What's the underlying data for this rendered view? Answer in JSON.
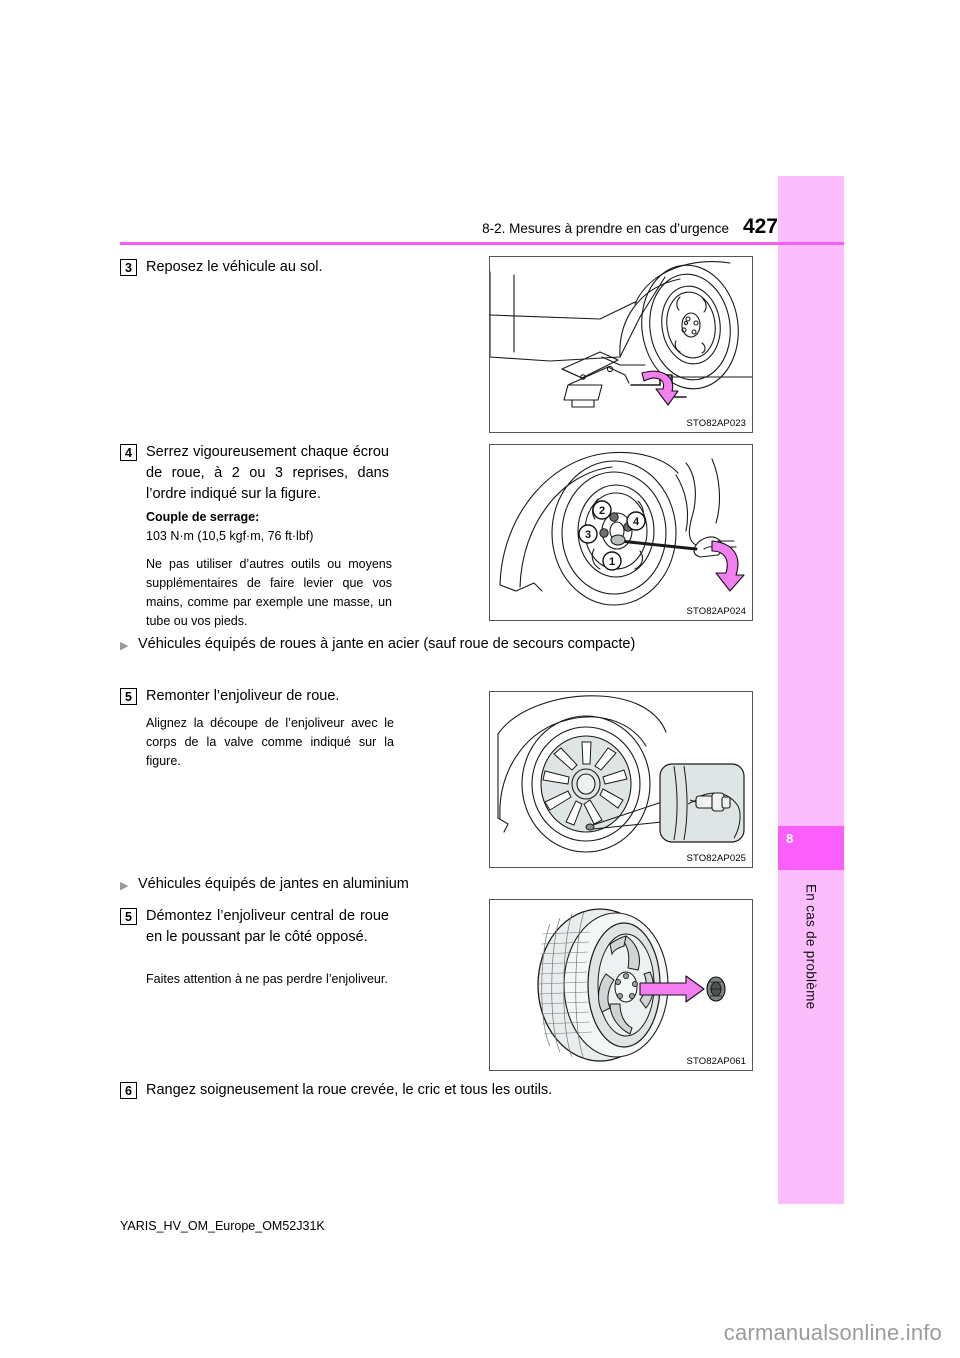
{
  "header": {
    "title": "8-2. Mesures à prendre en cas d’urgence",
    "page_number": "427",
    "rule_color": "#f35ff3"
  },
  "side_tab": {
    "number": "8",
    "label": "En cas de problème",
    "bg_color": "#fbbdfb",
    "number_block_color": "#fb5ffb"
  },
  "steps": [
    {
      "number": "3",
      "text": "Reposez le véhicule au sol."
    },
    {
      "number": "4",
      "text": "Serrez vigoureusement chaque écrou de roue, à 2 ou 3 reprises, dans l’ordre indiqué sur la figure.",
      "torque_heading": "Couple de serrage:",
      "torque_value": "103 N·m (10,5 kgf·m, 76 ft·lbf)",
      "warning": "Ne pas utiliser d’autres outils ou moyens supplémentaires de faire levier que vos mains, comme par exemple une masse, un tube ou vos pieds."
    },
    {
      "number": "5",
      "text": "Remonter l’enjoliveur de roue.",
      "note": "Alignez la découpe de l’enjoliveur avec le corps de la valve comme indiqué sur la figure."
    },
    {
      "number": "5",
      "text": "Démontez l’enjoliveur central de roue en le poussant par le côté opposé.",
      "note": "Faites attention à ne pas perdre l’enjoliveur."
    },
    {
      "number": "6",
      "text": "Rangez soigneusement la roue crevée, le cric et tous les outils."
    }
  ],
  "bullets": [
    {
      "text": "Véhicules équipés de roues à jante en acier (sauf roue de secours compacte)"
    },
    {
      "text": "Véhicules équipés de jantes en aluminium"
    }
  ],
  "figures": [
    {
      "code": "STO82AP023",
      "name": "vehicle-lowering-jack-illustration"
    },
    {
      "code": "STO82AP024",
      "name": "lug-nut-tightening-order-illustration",
      "callouts": [
        "2",
        "4",
        "3",
        "1"
      ]
    },
    {
      "code": "STO82AP025",
      "name": "wheel-cover-valve-alignment-illustration"
    },
    {
      "code": "STO82AP061",
      "name": "alloy-wheel-center-cap-illustration"
    }
  ],
  "footer": {
    "document_code": "YARIS_HV_OM_Europe_OM52J31K",
    "watermark": "carmanualsonline.info"
  },
  "colors": {
    "accent_magenta": "#f35ff3",
    "arrow_pink": "#f47ff0",
    "light_tab": "#fbbdfb"
  }
}
